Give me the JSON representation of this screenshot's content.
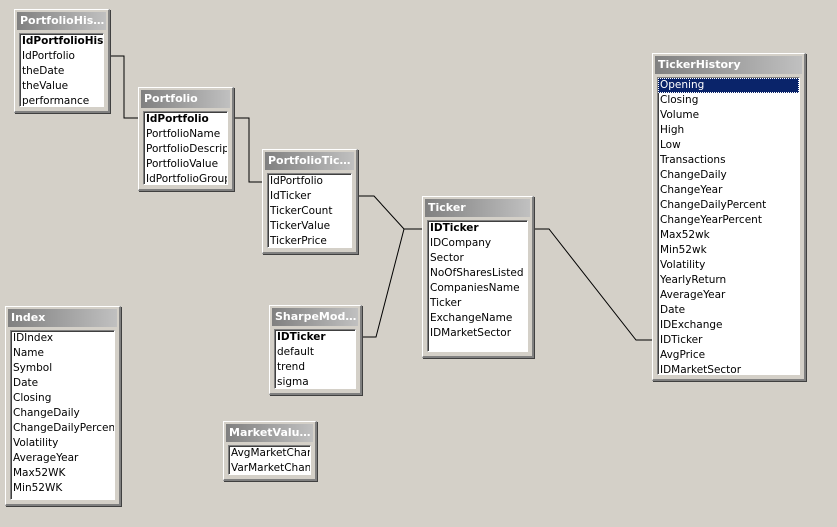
{
  "tables": {
    "portfolio_history": {
      "title": "PortfolioHisto...",
      "fields": [
        "IdPortfolioHistory",
        "IdPortfolio",
        "theDate",
        "theValue",
        "performance"
      ]
    },
    "portfolio": {
      "title": "Portfolio",
      "fields": [
        "IdPortfolio",
        "PortfolioName",
        "PortfolioDescriptio",
        "PortfolioValue",
        "IdPortfolioGroup"
      ]
    },
    "portfolio_ticker": {
      "title": "PortfolioTicker",
      "fields": [
        "IdPortfolio",
        "IdTicker",
        "TickerCount",
        "TickerValue",
        "TickerPrice"
      ]
    },
    "ticker": {
      "title": "Ticker",
      "fields": [
        "IDTicker",
        "IDCompany",
        "Sector",
        "NoOfSharesListed",
        "CompaniesName",
        "Ticker",
        "ExchangeName",
        "IDMarketSector"
      ]
    },
    "ticker_history": {
      "title": "TickerHistory",
      "fields": [
        "Opening",
        "Closing",
        "Volume",
        "High",
        "Low",
        "Transactions",
        "ChangeDaily",
        "ChangeYear",
        "ChangeDailyPercent",
        "ChangeYearPercent",
        "Max52wk",
        "Min52wk",
        "Volatility",
        "YearlyReturn",
        "AverageYear",
        "Date",
        "IDExchange",
        "IDTicker",
        "AvgPrice",
        "IDMarketSector"
      ]
    },
    "sharpe_model": {
      "title": "SharpeModel...",
      "fields": [
        "IDTicker",
        "default",
        "trend",
        "sigma"
      ]
    },
    "index": {
      "title": "Index",
      "fields": [
        "IDIndex",
        "Name",
        "Symbol",
        "Date",
        "Closing",
        "ChangeDaily",
        "ChangeDailyPercent",
        "Volatility",
        "AverageYear",
        "Max52WK",
        "Min52WK"
      ]
    },
    "market_values": {
      "title": "MarketValues",
      "fields": [
        "AvgMarketChang",
        "VarMarketChange"
      ]
    }
  }
}
